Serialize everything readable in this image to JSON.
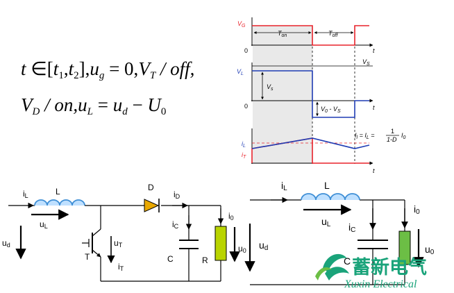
{
  "equation": {
    "line1": {
      "t": "t",
      "in": " ∈",
      "br_open": "[",
      "t1": "t",
      "t1_sub": "1",
      "comma1": ",",
      "t2": "t",
      "t2_sub": "2",
      "br_close": "],",
      "ug": "u",
      "ug_sub": "g",
      "eq0": " = 0,",
      "VT": "V",
      "VT_sub": "T",
      "off": " / off,"
    },
    "line2": {
      "VD": "V",
      "VD_sub": "D",
      "on": " / on,",
      "uL": "u",
      "uL_sub": "L",
      "eq": " = ",
      "ud": "u",
      "ud_sub": "d",
      "minus": " − ",
      "U0": "U",
      "U0_sub": "0"
    }
  },
  "waveform": {
    "vg_label": "V",
    "vg_sub": "G",
    "ton_label": "T",
    "ton_sub": "on",
    "toff_label": "T",
    "toff_sub": "off",
    "zero1": "0",
    "t1": "t",
    "vs_top": "V",
    "vs_top_sub": "S",
    "vl_label": "V",
    "vl_sub": "L",
    "vs_mid": "V",
    "vs_mid_sub": "s",
    "zero2": "0",
    "t2": "t",
    "v0vs": "V",
    "v0vs_sub0": "0",
    "v0vs_dash": " - V",
    "v0vs_subS": "S",
    "il_formula_lhs": "I",
    "il_formula_lhs_sub": "l",
    "il_formula_eq1": " = I",
    "il_formula_eq1_sub": "L",
    "il_formula_eq2": " = ",
    "il_formula_num": "1",
    "il_formula_den": "1-D",
    "il_formula_i0": "I",
    "il_formula_i0_sub": "0",
    "il_label": "i",
    "il_sub": "L",
    "it_label": "i",
    "it_sub": "T",
    "t3": "t"
  },
  "left_circuit": {
    "iL": "i",
    "iL_sub": "L",
    "L": "L",
    "uL": "u",
    "uL_sub": "L",
    "ud": "u",
    "ud_sub": "d",
    "D": "D",
    "iD": "i",
    "iD_sub": "D",
    "iC": "i",
    "iC_sub": "C",
    "C": "C",
    "i0": "i",
    "i0_sub": "0",
    "R": "R",
    "u0": "u",
    "u0_sub": "0",
    "uT": "u",
    "uT_sub": "T",
    "T": "T",
    "iT": "i",
    "iT_sub": "T"
  },
  "right_circuit": {
    "iL": "i",
    "iL_sub": "L",
    "L": "L",
    "uL": "u",
    "uL_sub": "L",
    "ud": "u",
    "ud_sub": "d",
    "iC": "i",
    "iC_sub": "C",
    "C": "C",
    "i0": "i",
    "i0_sub": "0",
    "u0": "u",
    "u0_sub": "0"
  },
  "logo": {
    "cn": "蓄新电气",
    "en": "Xuxin Electrical"
  },
  "colors": {
    "red": "#e8222a",
    "blue": "#1f3cb4",
    "green": "#6cbe45",
    "resistor": "#b9d400",
    "diode": "#e9a800",
    "coil": "#3f8fd6",
    "logo": "#1aa37a"
  }
}
